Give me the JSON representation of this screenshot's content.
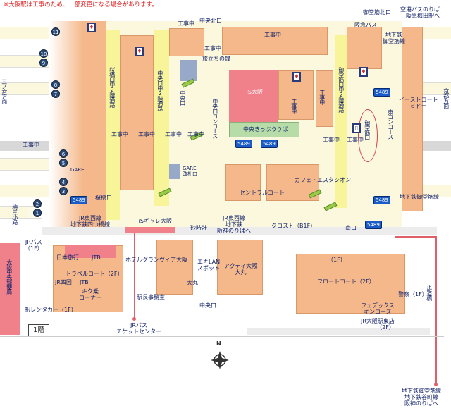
{
  "notice": "※大阪駅は工事のため、一部変更になる場合があります。",
  "floor": "1階",
  "compass": "N",
  "platforms": [
    "11",
    "10",
    "9",
    "8",
    "7",
    "6",
    "5",
    "4",
    "3",
    "2",
    "1"
  ],
  "fare_card": "5489",
  "labels": {
    "midosuji_north": "御堂筋北口",
    "airport_bus": "空港バスのりば\n阪急梅田駅へ",
    "central_north": "中央北口",
    "hankyu_bus": "阪急バス",
    "subway_midosuji": "地下鉄\n御堂筋線",
    "construction": "工事中",
    "tabidachi": "旅立ちの鐘",
    "tis_osaka": "TiS大阪",
    "sakurabashi_passage": "桜橋口中2階通路",
    "central_passage": "中央口中2階通路",
    "midosuji_passage": "御堂筋口中2階通路",
    "central_gate": "中央口",
    "central_concourse": "中央口コンコース",
    "ticket_office": "中央きっぷうりば",
    "midosuji_gate": "御堂筋口",
    "east_concourse": "東コンコース",
    "east_court": "イーストコート\nミドー",
    "kyoto": "京都方面",
    "sannomiya": "三ノ宮方面",
    "gare": "GARE",
    "gare_gate": "GARE\n改札口",
    "central_court": "セントラルコート",
    "cafe": "カフェ・エスタシオン",
    "subway_midosuji2": "地下鉄御堂筋線",
    "sakurabashi_gate": "桜橋口",
    "umesan": "梅三小路",
    "jr_tozai": "JR東西線\n地下鉄四つ橋線",
    "tis_gallery": "TiSギャレ大阪",
    "jr_tozai2": "JR東西線\n地下鉄\n阪神のりばへ",
    "clock": "砂時計",
    "crost": "クロスト（B1F）",
    "south_gate": "南口",
    "nippon_travel": "日本旅行",
    "jtb": "JTB",
    "jr_bus": "JRバス\n（1F）",
    "travel_court": "トラベルコート（2F）",
    "jr_shikoku": "JR四国",
    "jtb2": "JTB",
    "kiku": "キク乗\nコーナー",
    "hotel": "ホテルグランヴィア大阪",
    "lan": "エキLAN\nスポット",
    "daimaru": "大丸",
    "acty": "アクティ大阪\n大丸",
    "station_office": "駅長事務室",
    "central_gate2": "中央口",
    "post": "大阪中央郵便局",
    "rental": "駅レンタカー（1F）",
    "bus_ticket": "JRバス\nチケットセンター",
    "f1": "（1F）",
    "front_court": "フロートコート（2F）",
    "police": "警察（1F）",
    "fedex": "フェデックス\nキンコーズ",
    "jr_east_store": "JR大阪駅東店\n（2F）",
    "bridge": "歩道橋",
    "subway_bottom": "地下鉄御堂筋線\n地下鉄谷町線\n阪神のりばへ"
  }
}
